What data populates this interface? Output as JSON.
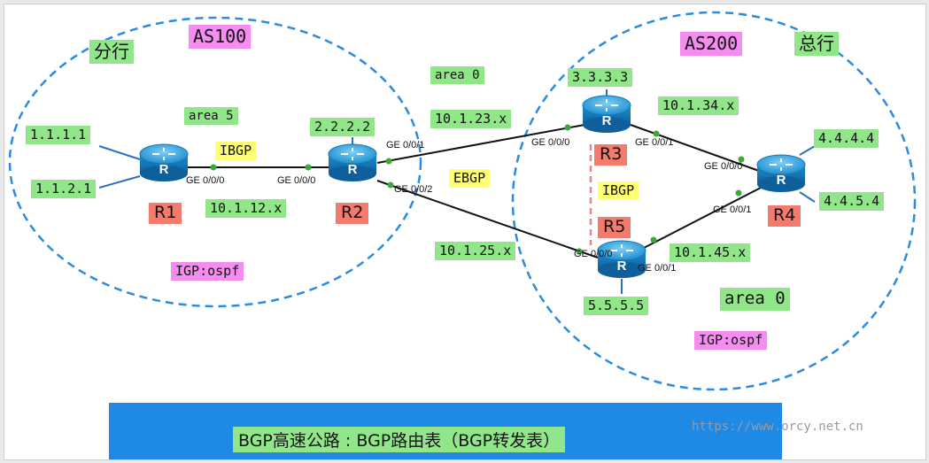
{
  "as_groups": {
    "left": {
      "as_label": "AS100",
      "site_label": "分行",
      "area_label": "area 5",
      "igp_label": "IGP:ospf"
    },
    "right": {
      "as_label": "AS200",
      "site_label": "总行",
      "area_label": "area 0",
      "igp_label": "IGP:ospf"
    }
  },
  "routers": {
    "r1": {
      "name": "R1",
      "loopbacks": [
        "1.1.1.1",
        "1.1.2.1"
      ]
    },
    "r2": {
      "name": "R2",
      "loopback": "2.2.2.2"
    },
    "r3": {
      "name": "R3",
      "loopback": "3.3.3.3"
    },
    "r4": {
      "name": "R4",
      "loopbacks": [
        "4.4.4.4",
        "4.4.5.4"
      ]
    },
    "r5": {
      "name": "R5",
      "loopback": "5.5.5.5"
    }
  },
  "links": {
    "r1_r2": {
      "protocol": "IBGP",
      "network": "10.1.12.x",
      "r1_if": "GE 0/0/0",
      "r2_if": "GE 0/0/0"
    },
    "r2_r3": {
      "network": "10.1.23.x",
      "area": "area 0",
      "r2_if": "GE 0/0/1",
      "r3_if": "GE 0/0/0"
    },
    "r2_r5": {
      "network": "10.1.25.x",
      "r2_if": "GE 0/0/2",
      "r5_if": "GE 0/0/0"
    },
    "r3_r4": {
      "network": "10.1.34.x",
      "r3_if": "GE 0/0/1",
      "r4_if": "GE 0/0/0"
    },
    "r5_r4": {
      "network": "10.1.45.x",
      "r5_if": "GE 0/0/1",
      "r4_if": "GE 0/0/1"
    },
    "r3_r5": {
      "protocol": "IBGP"
    },
    "ebgp_label": "EBGP"
  },
  "banner": {
    "text": "BGP高速公路 : BGP路由表（BGP转发表）"
  },
  "watermark": "https://www.orcy.net.cn",
  "colors": {
    "as_circle": "#2a8be0",
    "label_green": "#92e68a",
    "label_pink": "#f58cf0",
    "label_yellow": "#ffff73",
    "router_label_red": "#f27b6e",
    "router_body": "#1e8fd0",
    "link": "#111111",
    "ibgp_dashed": "#e88888",
    "port_dot": "#3aa83a",
    "banner": "#1f8ae6"
  }
}
